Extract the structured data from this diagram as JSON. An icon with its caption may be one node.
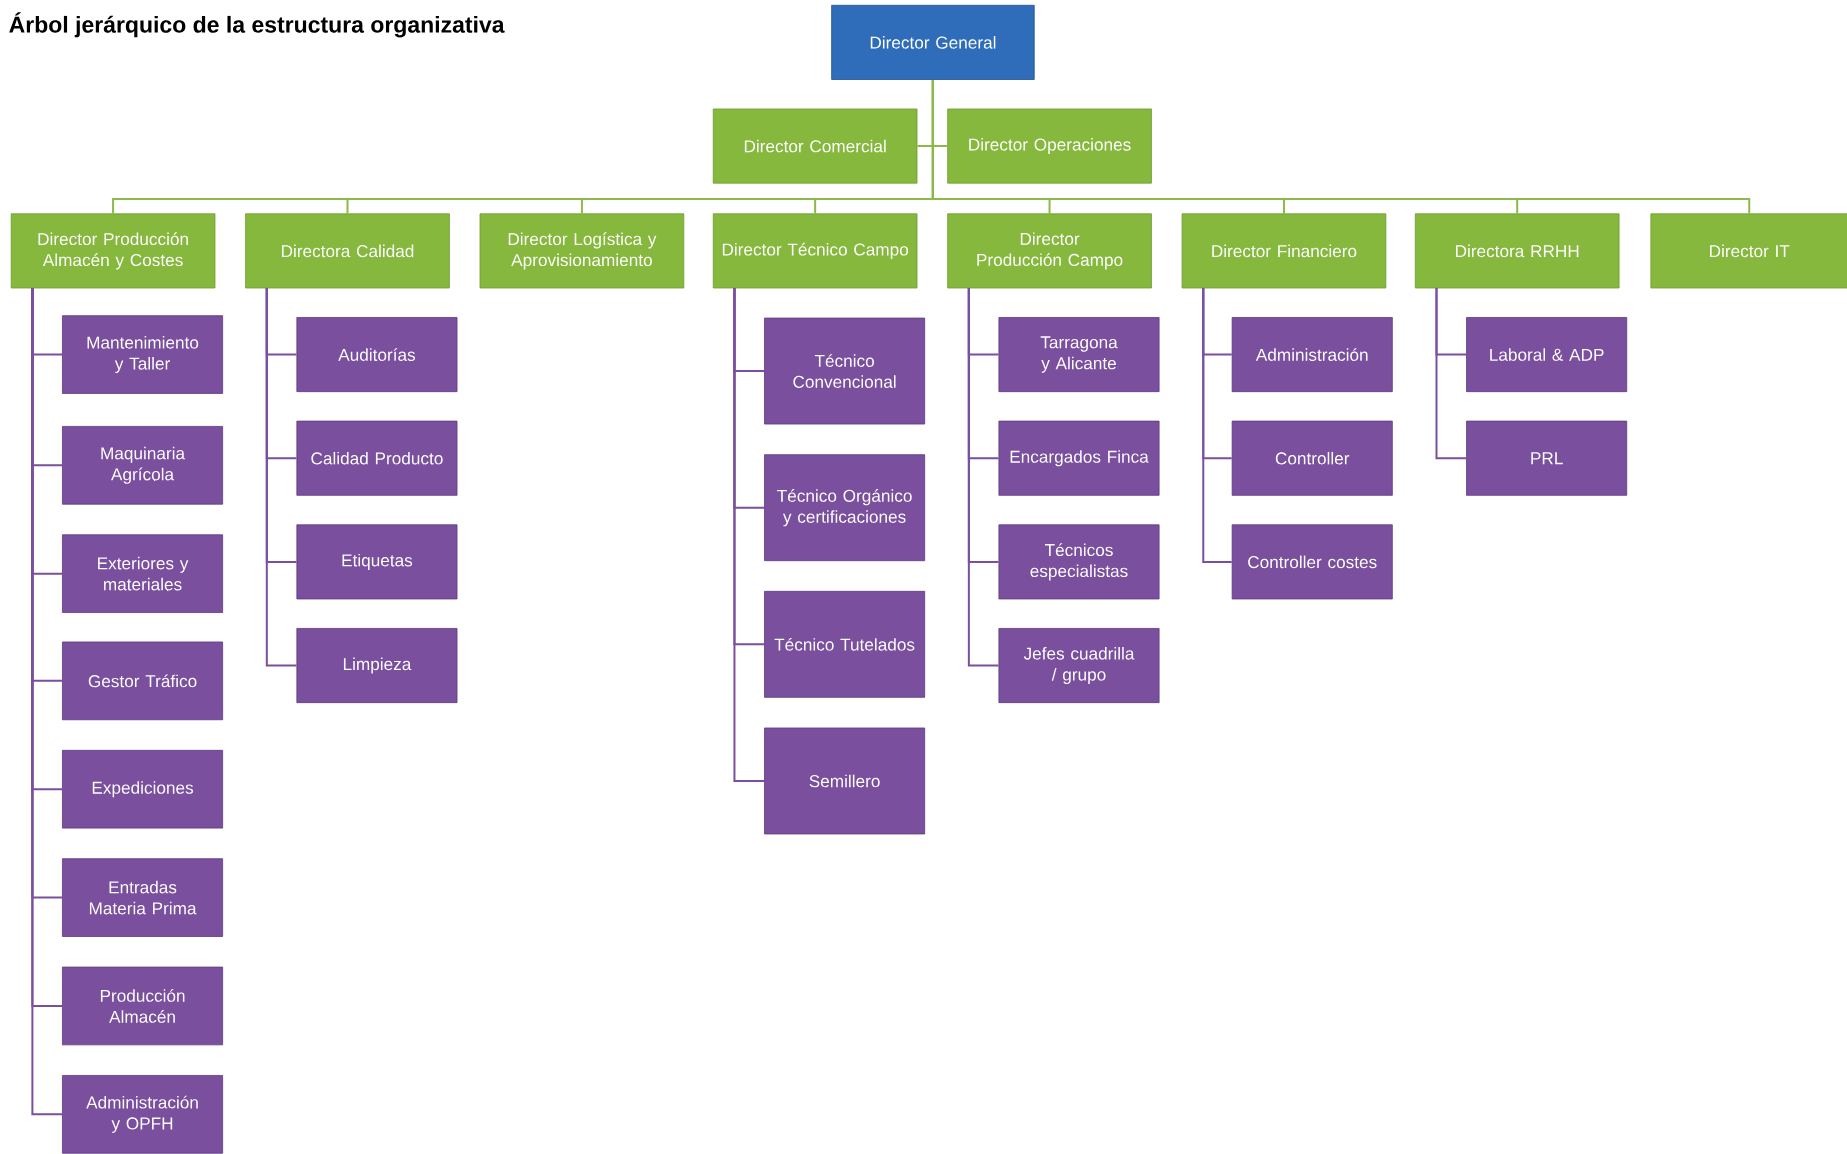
{
  "diagram": {
    "title": "Árbol jerárquico de la estructura organizativa",
    "nodes": [
      {
        "text": [
          "Director General"
        ]
      },
      {
        "text": [
          "Director Comercial"
        ]
      },
      {
        "text": [
          "Director Operaciones"
        ]
      },
      {
        "text": [
          "Director Producción Almacén y Costes"
        ]
      },
      {
        "text": [
          "Directora Calidad"
        ]
      },
      {
        "text": [
          "Director Logística y Aprovisionamiento"
        ]
      },
      {
        "text": [
          "Director Técnico Campo"
        ]
      },
      {
        "text": [
          "Director Producción Campo"
        ]
      },
      {
        "text": [
          "Director Financiero"
        ]
      },
      {
        "text": [
          "Directora RRHH"
        ]
      },
      {
        "text": [
          "Director IT"
        ]
      },
      {
        "text": [
          "Mantenimiento y Taller"
        ]
      },
      {
        "text": [
          "Maquinaria Agrícola"
        ]
      },
      {
        "text": [
          "Exteriores y materiales"
        ]
      },
      {
        "text": [
          "Gestor Tráfico"
        ]
      },
      {
        "text": [
          "Expediciones"
        ]
      },
      {
        "text": [
          "Entradas Materia Prima"
        ]
      },
      {
        "text": [
          "Producción Almacén"
        ]
      },
      {
        "text": [
          "Administración y OPFH"
        ]
      },
      {
        "text": [
          "Auditorías"
        ]
      },
      {
        "text": [
          "Calidad Producto"
        ]
      },
      {
        "text": [
          "Etiquetas"
        ]
      },
      {
        "text": [
          "Limpieza"
        ]
      },
      {
        "text": [
          "Técnico Convencional"
        ]
      },
      {
        "text": [
          "Técnico Orgánico y certificaciones"
        ]
      },
      {
        "text": [
          "Técnico Tutelados"
        ]
      },
      {
        "text": [
          "Semillero"
        ]
      },
      {
        "text": [
          "Tarragona y Alicante"
        ]
      },
      {
        "text": [
          "Encargados Finca"
        ]
      },
      {
        "text": [
          "Técnicos especialistas"
        ]
      },
      {
        "text": [
          "Jefes cuadrilla / grupo"
        ]
      },
      {
        "text": [
          "Administración"
        ]
      },
      {
        "text": [
          "Controller"
        ]
      },
      {
        "text": [
          "Controller costes"
        ]
      },
      {
        "text": [
          "Laboral & ADP"
        ]
      },
      {
        "text": [
          "PRL"
        ]
      }
    ],
    "edges": [
      {
        "from": 0,
        "to": 1,
        "arrow": "none",
        "color": "#8db84a"
      },
      {
        "from": 0,
        "to": 2,
        "arrow": "none",
        "color": "#8db84a"
      },
      {
        "from": 0,
        "to": 3,
        "arrow": "none",
        "color": "#8db84a"
      },
      {
        "from": 0,
        "to": 4,
        "arrow": "none",
        "color": "#8db84a"
      },
      {
        "from": 0,
        "to": 5,
        "arrow": "none",
        "color": "#8db84a"
      },
      {
        "from": 0,
        "to": 6,
        "arrow": "none",
        "color": "#8db84a"
      },
      {
        "from": 0,
        "to": 7,
        "arrow": "none",
        "color": "#8db84a"
      },
      {
        "from": 0,
        "to": 8,
        "arrow": "none",
        "color": "#8db84a"
      },
      {
        "from": 0,
        "to": 9,
        "arrow": "none",
        "color": "#8db84a"
      },
      {
        "from": 0,
        "to": 10,
        "arrow": "none",
        "color": "#8db84a"
      },
      {
        "from": 3,
        "to": 11,
        "arrow": "none"
      },
      {
        "from": 3,
        "to": 12,
        "arrow": "none"
      },
      {
        "from": 3,
        "to": 13,
        "arrow": "none"
      },
      {
        "from": 3,
        "to": 14,
        "arrow": "none"
      },
      {
        "from": 3,
        "to": 15,
        "arrow": "none"
      },
      {
        "from": 3,
        "to": 16,
        "arrow": "none"
      },
      {
        "from": 3,
        "to": 17,
        "arrow": "none"
      },
      {
        "from": 3,
        "to": 18,
        "arrow": "none"
      },
      {
        "from": 4,
        "to": 19,
        "arrow": "none"
      },
      {
        "from": 4,
        "to": 20,
        "arrow": "none"
      },
      {
        "from": 4,
        "to": 21,
        "arrow": "none"
      },
      {
        "from": 4,
        "to": 22,
        "arrow": "none"
      },
      {
        "from": 6,
        "to": 23,
        "arrow": "none"
      },
      {
        "from": 6,
        "to": 24,
        "arrow": "none"
      },
      {
        "from": 6,
        "to": 25,
        "arrow": "none"
      },
      {
        "from": 6,
        "to": 26,
        "arrow": "none"
      },
      {
        "from": 7,
        "to": 27,
        "arrow": "none"
      },
      {
        "from": 7,
        "to": 28,
        "arrow": "none"
      },
      {
        "from": 7,
        "to": 29,
        "arrow": "none"
      },
      {
        "from": 7,
        "to": 30,
        "arrow": "none"
      },
      {
        "from": 8,
        "to": 31,
        "arrow": "none"
      },
      {
        "from": 8,
        "to": 32,
        "arrow": "none"
      },
      {
        "from": 8,
        "to": 33,
        "arrow": "none"
      },
      {
        "from": 9,
        "to": 34,
        "arrow": "none"
      },
      {
        "from": 9,
        "to": 35,
        "arrow": "none"
      }
    ]
  }
}
